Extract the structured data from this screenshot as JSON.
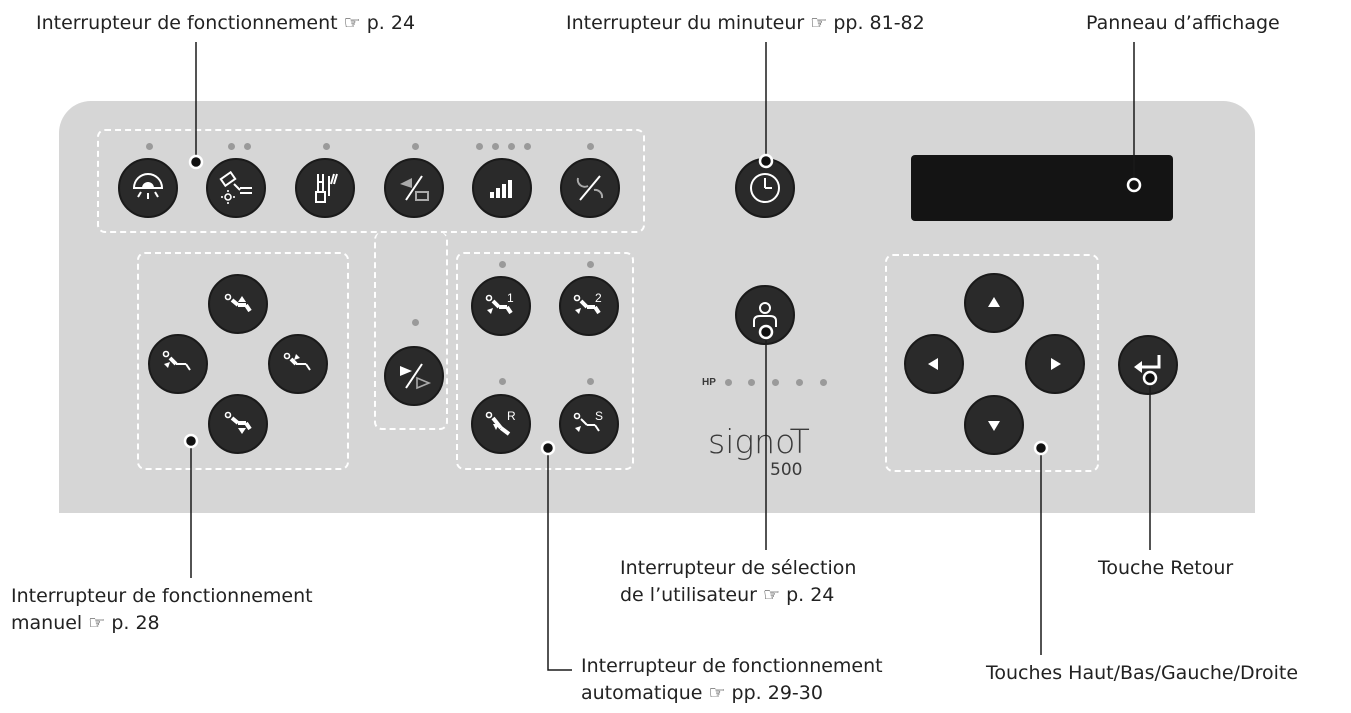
{
  "labels": {
    "operation_switch": "Interrupteur de fonctionnement ☞ p. 24",
    "timer_switch": "Interrupteur du minuteur ☞ pp. 81-82",
    "display_panel": "Panneau d’affichage",
    "manual_switch_line1": "Interrupteur de fonctionnement",
    "manual_switch_line2": "manuel ☞ p. 28",
    "user_select_line1": "Interrupteur de sélection",
    "user_select_line2": "de l’utilisateur ☞ p. 24",
    "return_key": "Touche Retour",
    "auto_switch_line1": "Interrupteur de fonctionnement",
    "auto_switch_line2": "automatique ☞ pp. 29-30",
    "arrow_keys": "Touches Haut/Bas/Gauche/Droite"
  },
  "device": {
    "brand": "signoT",
    "model": "500",
    "hp_label": "HP"
  },
  "buttons": {
    "auto_1": "1",
    "auto_2": "2",
    "auto_r": "R",
    "auto_s": "S"
  }
}
